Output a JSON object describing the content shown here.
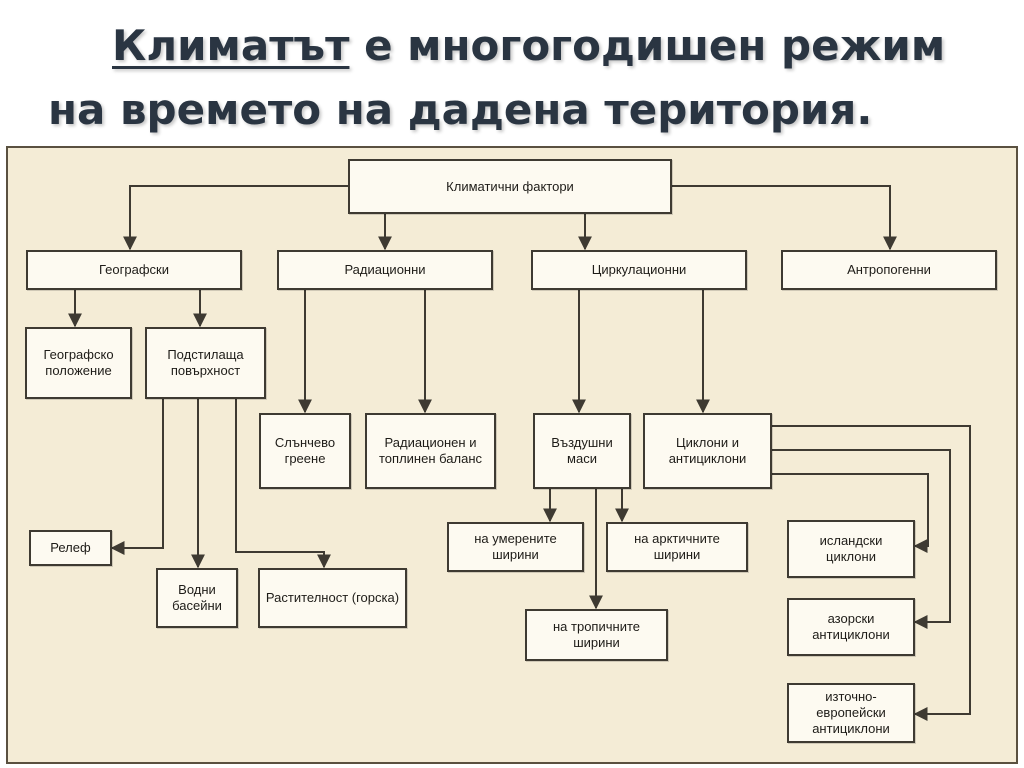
{
  "title": {
    "term": "Климатът",
    "rest_line1": " е многогодишен режим",
    "line2": "на времето на дадена територия."
  },
  "colors": {
    "title_text": "#2a3542",
    "diagram_background": "#f4ecd6",
    "box_fill": "#fdfaf1",
    "line": "#3e3a32"
  },
  "diagram": {
    "root": "Климатични фактори",
    "categories": {
      "geographic": "Географски",
      "radiation": "Радиационни",
      "circulation": "Циркулационни",
      "anthropogenic": "Антропогенни"
    },
    "geographic": {
      "position": "Географско положение",
      "surface": "Подстилаща повърхност",
      "relief": "Релеф",
      "water": "Водни басейни",
      "vegetation": "Растителност (горска)"
    },
    "radiation": {
      "sun_heating": "Слънчево греене",
      "heat_balance": "Радиационен и топлинен баланс"
    },
    "circulation": {
      "air_masses": "Въздушни маси",
      "cyclones": "Циклони и антициклони",
      "temperate": "на умерените ширини",
      "arctic": "на арктичните ширини",
      "tropical": "на тропичните ширини",
      "icelandic": "исландски циклони",
      "azores": "азорски антициклони",
      "east_european": "източно-европейски антициклони"
    }
  }
}
